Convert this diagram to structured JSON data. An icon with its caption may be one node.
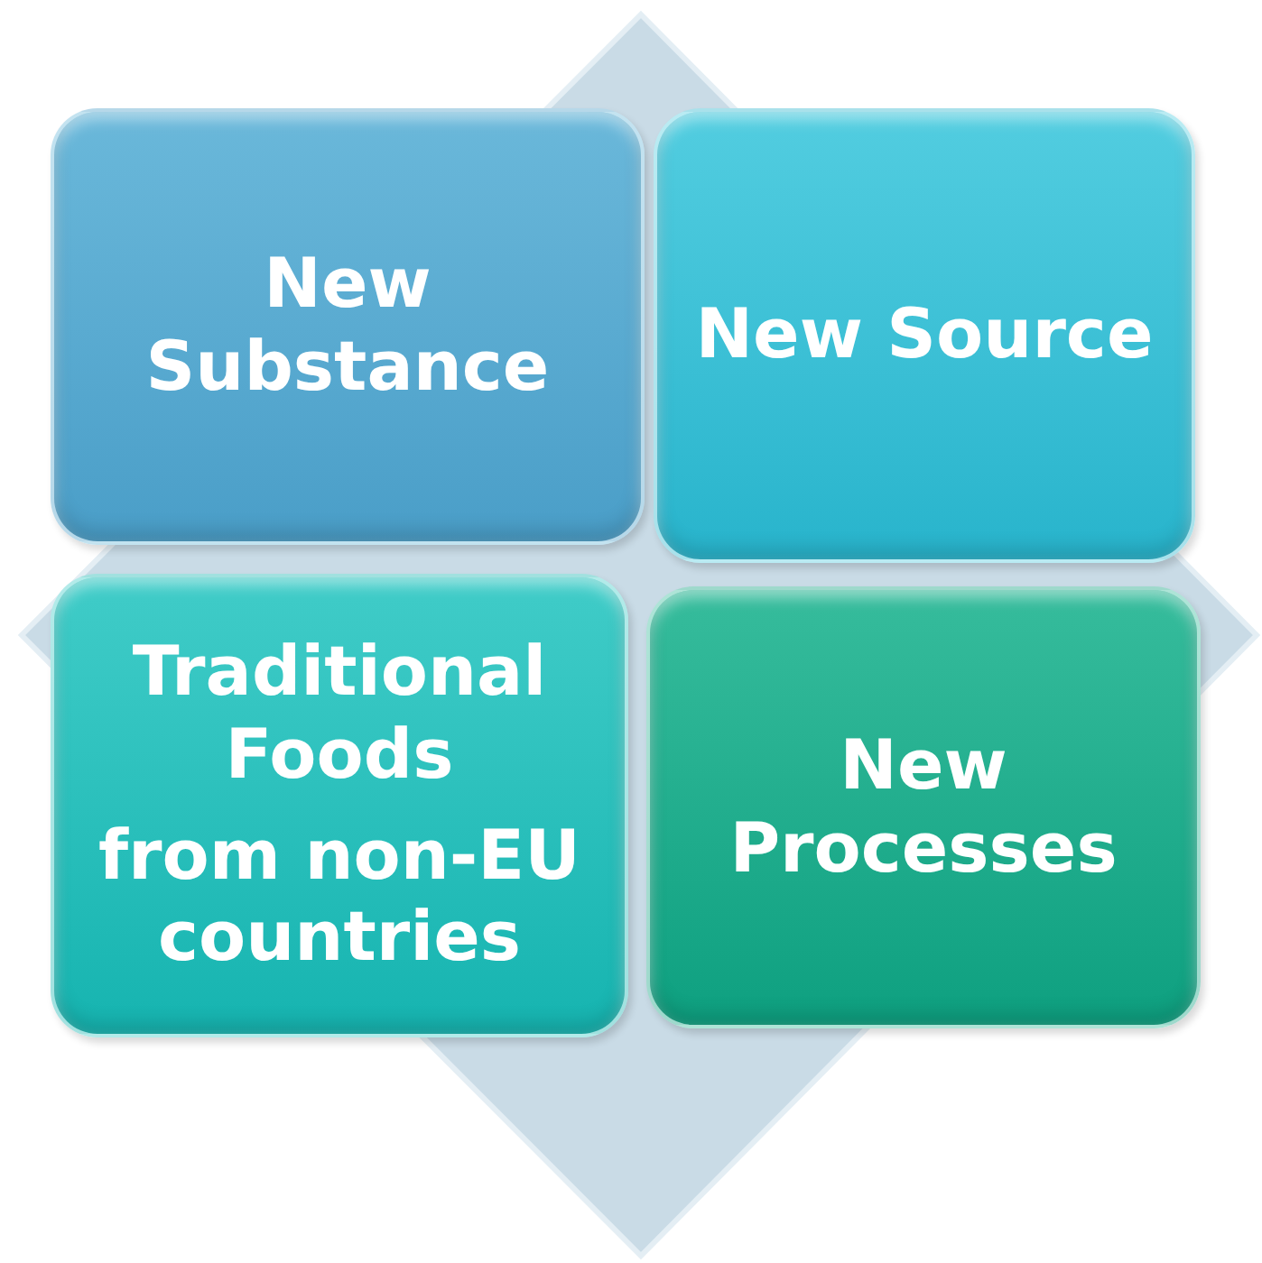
{
  "diagram": {
    "nodes": [
      {
        "text": [
          "New Substance"
        ]
      },
      {
        "text": [
          "New Source"
        ]
      },
      {
        "text": [
          "Traditional Foods",
          "from non-EU countries"
        ]
      },
      {
        "text": [
          "New Processes"
        ]
      }
    ]
  }
}
